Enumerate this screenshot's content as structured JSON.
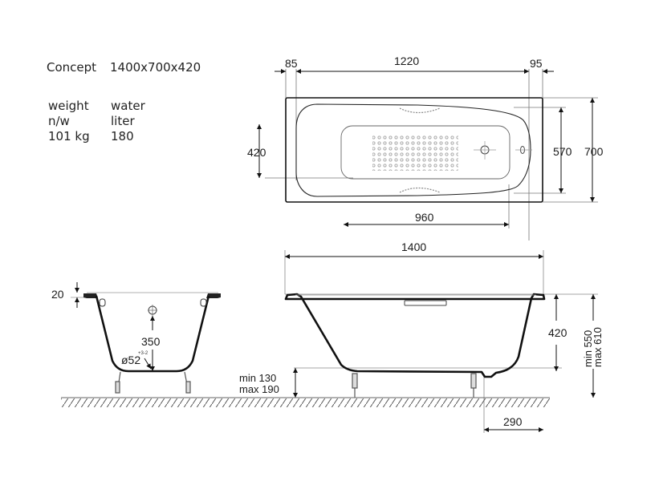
{
  "specs": {
    "model_label": "Concept",
    "model_size": "1400x700x420",
    "weight_label": "weight",
    "weight_sub": "n/w",
    "weight_value": "101 kg",
    "water_label": "water",
    "water_sub": "liter",
    "water_value": "180"
  },
  "top_view": {
    "dim_left_rim": "85",
    "dim_inner_length": "1220",
    "dim_right_rim": "95",
    "dim_bottom_width": "420",
    "dim_inner_width": "570",
    "dim_total_width": "700",
    "dim_bottom_length": "960"
  },
  "end_view": {
    "dim_rim_thickness": "20",
    "dim_overflow_height": "350",
    "drain_diameter": "ø52",
    "drain_tolerance": "+3-2"
  },
  "side_view": {
    "dim_total_length": "1400",
    "dim_depth": "420",
    "dim_total_height_min": "min 550",
    "dim_total_height_max": "max 610",
    "dim_leg_min": "min 130",
    "dim_leg_max": "max 190",
    "dim_drain_offset": "290"
  }
}
